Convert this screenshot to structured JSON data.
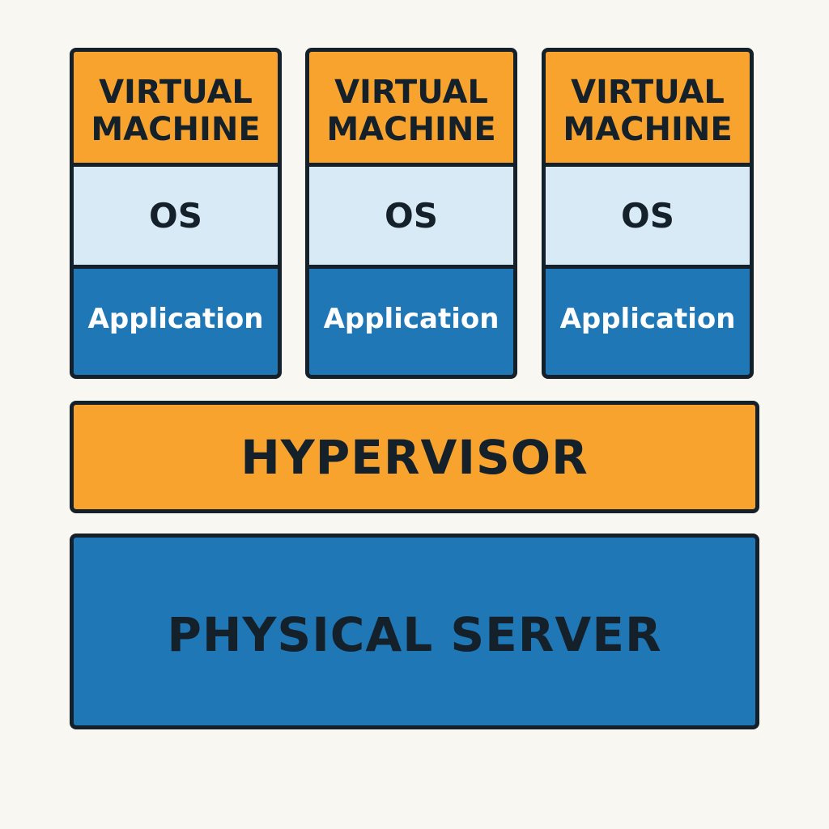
{
  "vms": [
    {
      "title_line1": "VIRTUAL",
      "title_line2": "MACHINE",
      "os": "OS",
      "app": "Application"
    },
    {
      "title_line1": "VIRTUAL",
      "title_line2": "MACHINE",
      "os": "OS",
      "app": "Application"
    },
    {
      "title_line1": "VIRTUAL",
      "title_line2": "MACHINE",
      "os": "OS",
      "app": "Application"
    }
  ],
  "hypervisor": {
    "label": "HYPERVISOR"
  },
  "physical_server": {
    "label": "PHYSICAL SERVER"
  },
  "colors": {
    "orange": "#f7a32d",
    "light_blue": "#d8eaf5",
    "blue": "#2077b5",
    "outline": "#14212b",
    "background": "#f9f7f2"
  }
}
